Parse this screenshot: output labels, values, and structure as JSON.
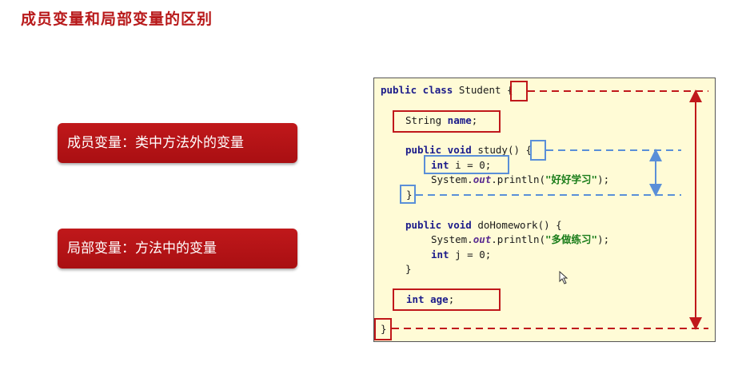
{
  "slide": {
    "title": "成员变量和局部变量的区别"
  },
  "pills": [
    {
      "text": "成员变量：类中方法外的变量"
    },
    {
      "text": "局部变量：方法中的变量"
    }
  ],
  "code": {
    "line1_a": "public class",
    "line1_b": " Student ",
    "line1_c": "{",
    "line2_a": "String",
    "line2_b": " name",
    "line2_c": ";",
    "line3_a": "public void",
    "line3_b": " study() ",
    "line3_c": "{",
    "line4_a": "int",
    "line4_b": " i = 0;",
    "line5_a": "System.",
    "line5_b": "out",
    "line5_c": ".println(",
    "line5_d": "\"好好学习\"",
    "line5_e": ");",
    "line6": "}",
    "line7_a": "public void",
    "line7_b": " doHomework() {",
    "line8_a": "System.",
    "line8_b": "out",
    "line8_c": ".println(",
    "line8_d": "\"多做练习\"",
    "line8_e": ");",
    "line9_a": "int",
    "line9_b": " j = 0;",
    "line10": "}",
    "line11_a": "int",
    "line11_b": " age",
    "line11_c": ";",
    "line12": "}"
  },
  "colors": {
    "accent_red": "#c0181b",
    "highlight_blue": "#5a8fd8",
    "code_background": "#fffbd6"
  }
}
